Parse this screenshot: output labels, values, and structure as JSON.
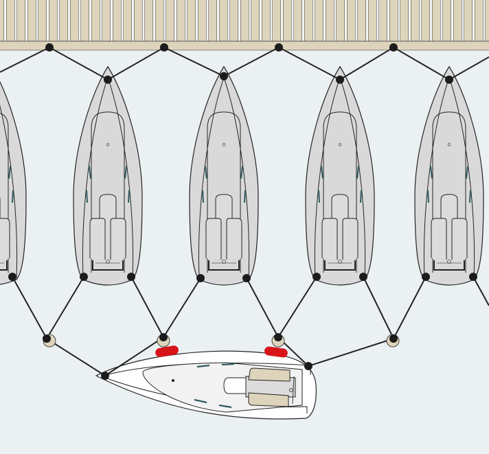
{
  "diagram": {
    "kind": "mooring-layout",
    "moored_boats": 5,
    "incoming_boat": 1,
    "dock_posts": 4,
    "mooring_buoys": 4,
    "fenders": 2
  },
  "colors": {
    "water": "#ebf0f3",
    "dock": "#ddd4bb",
    "moored_hull": "#d9d9d9",
    "incoming_hull": "#ffffff",
    "cushion": "#ddd4bb",
    "line": "#222222",
    "fender": "#d7141a",
    "stanchion": "#2f5a63"
  }
}
